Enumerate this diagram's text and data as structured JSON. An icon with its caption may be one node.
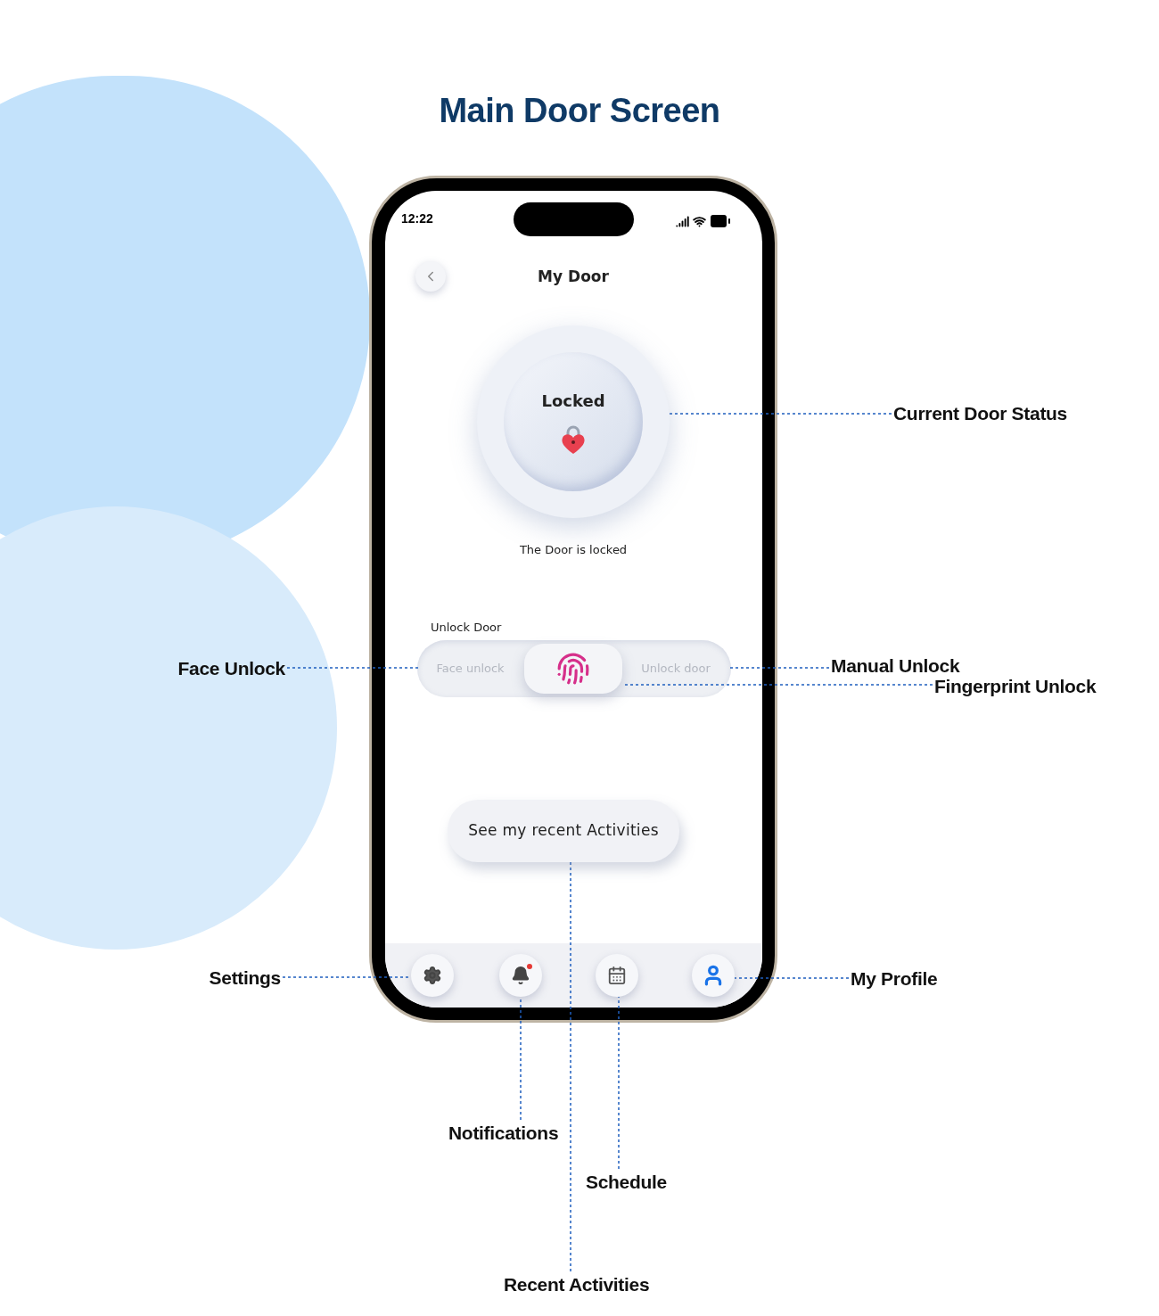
{
  "diagram": {
    "title": "Main Door Screen",
    "nodes": [
      {
        "text": [
          "Current Door Status"
        ]
      },
      {
        "text": [
          "Locked"
        ]
      },
      {
        "text": [
          "Face Unlock"
        ]
      },
      {
        "text": [
          "Face unlock"
        ]
      },
      {
        "text": [],
        "shape": "box"
      },
      {
        "text": [
          "Unlock door"
        ]
      },
      {
        "text": [
          "Manual Unlock"
        ]
      },
      {
        "text": [
          "Fingerprint Unlock"
        ]
      },
      {
        "text": [
          "See my recent Activities"
        ]
      },
      {
        "text": [
          "Recent Activities"
        ]
      },
      {
        "text": [],
        "shape": "circle"
      },
      {
        "text": [],
        "shape": "circle"
      },
      {
        "text": [],
        "shape": "circle"
      },
      {
        "text": [],
        "shape": "circle"
      },
      {
        "text": [
          "Settings"
        ]
      },
      {
        "text": [
          "Notifications"
        ]
      },
      {
        "text": [
          "Schedule"
        ]
      },
      {
        "text": [
          "My Profile"
        ]
      }
    ],
    "edges": [
      {
        "from": 0,
        "to": 1,
        "arrow": "none",
        "style": "dashed"
      },
      {
        "from": 2,
        "to": 3,
        "arrow": "none",
        "style": "dashed"
      },
      {
        "from": 6,
        "to": 5,
        "arrow": "none",
        "style": "dashed"
      },
      {
        "from": 7,
        "to": 4,
        "arrow": "none",
        "style": "dashed"
      },
      {
        "from": 9,
        "to": 8,
        "arrow": "none",
        "style": "dashed"
      },
      {
        "from": 14,
        "to": 10,
        "arrow": "none",
        "style": "dashed"
      },
      {
        "from": 15,
        "to": 11,
        "arrow": "none",
        "style": "dashed"
      },
      {
        "from": 16,
        "to": 12,
        "arrow": "none",
        "style": "dashed"
      },
      {
        "from": 17,
        "to": 13,
        "arrow": "none",
        "style": "dashed"
      }
    ],
    "labels": [
      "12:22",
      "My Door",
      "The Door is locked",
      "Unlock Door"
    ]
  }
}
